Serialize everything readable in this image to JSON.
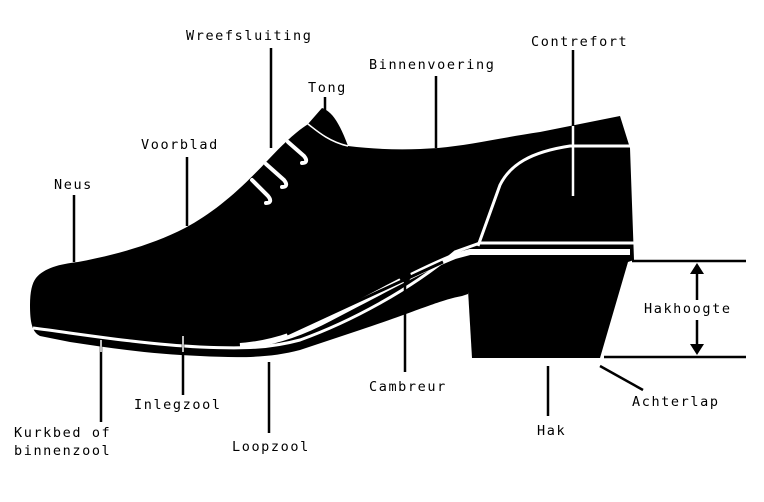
{
  "diagram": {
    "subject": "Shoe anatomy (herenschoen met hak)",
    "colors": {
      "shoe": "#000000",
      "background": "#ffffff",
      "seams": "#ffffff"
    },
    "labels": {
      "wreefsluiting": "Wreefsluiting",
      "tong": "Tong",
      "binnenvoering": "Binnenvoering",
      "contrefort": "Contrefort",
      "voorblad": "Voorblad",
      "neus": "Neus",
      "hakhoogte": "Hakhoogte",
      "cambreur": "Cambreur",
      "achterlap": "Achterlap",
      "inlegzool": "Inlegzool",
      "kurkbed_line1": "Kurkbed of",
      "kurkbed_line2": "binnenzool",
      "loopzool": "Loopzool",
      "hak": "Hak"
    }
  }
}
